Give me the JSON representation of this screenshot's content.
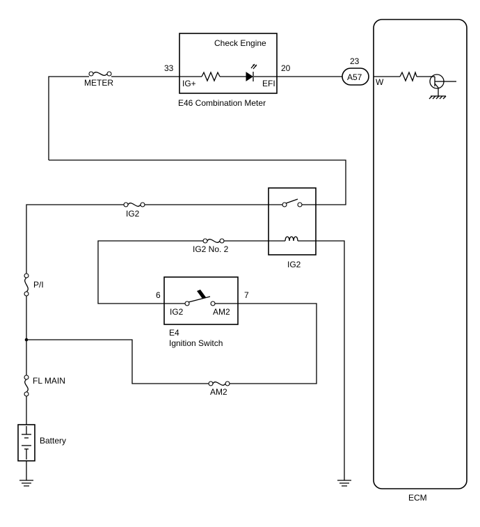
{
  "meter": {
    "label": "E46 Combination Meter",
    "lamp": "Check Engine",
    "pin_in": "33",
    "pin_in_name": "IG+",
    "pin_out": "20",
    "pin_out_name": "EFI"
  },
  "connector": {
    "pin": "23",
    "id": "A57",
    "wire": "W"
  },
  "ecm": {
    "label": "ECM"
  },
  "relay": {
    "label": "IG2"
  },
  "ignition_switch": {
    "id": "E4",
    "name": "Ignition Switch",
    "pin_left": "6",
    "pin_left_name": "IG2",
    "pin_right": "7",
    "pin_right_name": "AM2"
  },
  "fuses": {
    "meter": "METER",
    "ig2": "IG2",
    "ig2_no2": "IG2 No. 2",
    "pi": "P/I",
    "fl_main": "FL MAIN",
    "am2": "AM2"
  },
  "battery": {
    "label": "Battery"
  }
}
